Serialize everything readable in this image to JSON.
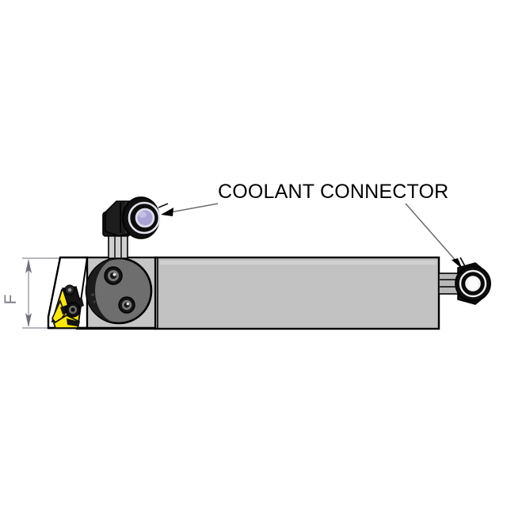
{
  "drawing": {
    "title_annotation": "COOLANT CONNECTOR",
    "dimension_label": "F",
    "background_color": "#ffffff",
    "line_color": "#000000",
    "leader_color": "#6b6b6b",
    "dimension_color": "#8a8a96",
    "shank_fill": "#c2c2c2",
    "shank_fill_light": "#cfcfcf",
    "head_fill": "#ffffff",
    "head_shade_fill": "#c6c6c6",
    "disc_fill": "#6e6e6e",
    "disc_shadow_fill": "#1c1c1c",
    "connector_dark": "#111111",
    "connector_body": "#2a2a2a",
    "connector_port_fill": "#a9a3d6",
    "connector_ring": "#dcdce8",
    "right_port_fill": "#f2f2f2",
    "insert_yellow": "#ffe800",
    "insert_dark": "#111111",
    "tube_fill": "#b8b8b8"
  },
  "labels": {
    "coolant_connector": "COOLANT CONNECTOR",
    "f_dimension": "F"
  },
  "parts": {
    "top_connector": "coolant-connector-top",
    "rear_connector": "coolant-connector-rear",
    "tool_head": "tool-head",
    "shank": "tool-shank",
    "clamp_disc": "clamp-disc",
    "cutting_insert": "cutting-insert",
    "screws": [
      "clamp-screw-upper",
      "clamp-screw-lower"
    ]
  }
}
